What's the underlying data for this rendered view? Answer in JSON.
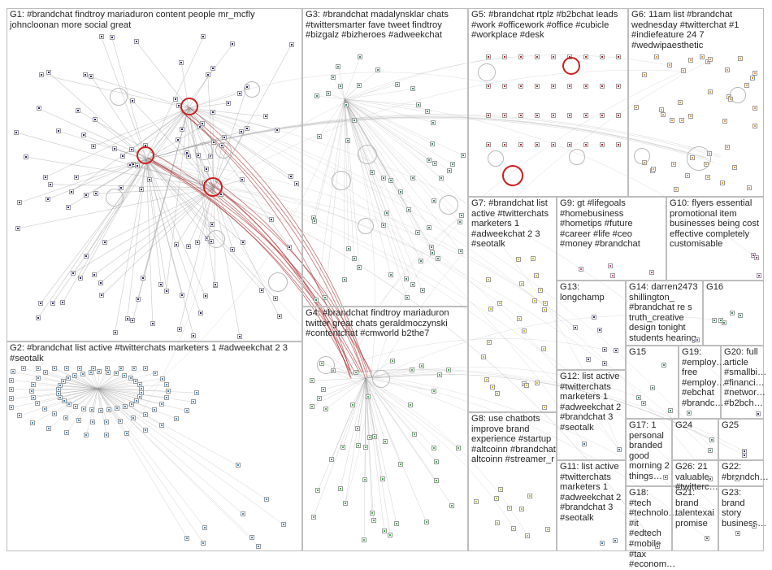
{
  "graph": {
    "edge_color": "#9a9a9a",
    "hub_edge_color": "#a52a2a",
    "hub_color": "#cc1f1f",
    "groups": [
      {
        "id": "G1",
        "label": "G1: #brandchat findtroy mariaduron content people mr_mcfly johncloonan more social great",
        "color": "#1f1f6e"
      },
      {
        "id": "G2",
        "label": "G2: #brandchat list active #twitterchats marketers 1 #adweekchat 2 3 #seotalk",
        "color": "#3a86c4"
      },
      {
        "id": "G3",
        "label": "G3: #brandchat madalynsklar chats #twittersmarter fave tweet findtroy #bizgalz #bizheroes #adweekchat",
        "color": "#2e8b57"
      },
      {
        "id": "G4",
        "label": "G4: #brandchat findtroy mariaduron twitter great chats geraldmoczynski #contentchat #cmworld b2the7",
        "color": "#3cb043"
      },
      {
        "id": "G5",
        "label": "G5: #brandchat rtplz #b2bchat leads #work #officework #office #cubicle #workplace #desk",
        "color": "#b22222"
      },
      {
        "id": "G6",
        "label": "G6: 11am list #brandchat wednesday #twitterchat #1 #indiefeature 24 7 #wedwipaesthetic",
        "color": "#e69a2e"
      },
      {
        "id": "G7",
        "label": "G7: #brandchat list active #twitterchats marketers 1 #adweekchat 2 3 #seotalk",
        "color": "#d4b800"
      },
      {
        "id": "G8",
        "label": "G8: use chatbots improve brand experience #startup #altcoinn #brandchat altcoinn #streamer_r",
        "color": "#9acd32"
      },
      {
        "id": "G9",
        "label": "G9: gt #lifegoals #homebusiness #hometips #future #career #life #ceo #money #brandchat",
        "color": "#d63fa0"
      },
      {
        "id": "G10",
        "label": "G10: flyers essential promotional item businesses being cost effective completely customisable",
        "color": "#8b3a8b"
      },
      {
        "id": "G11",
        "label": "G11: list active #twitterchats marketers 1 #adweekchat 2 #brandchat 3 #seotalk",
        "color": "#2a6fb0"
      },
      {
        "id": "G12",
        "label": "G12: list active #twitterchats marketers 1 #adweekchat 2 #brandchat 3 #seotalk",
        "color": "#2a6fb0"
      },
      {
        "id": "G13",
        "label": "G13: longchamp",
        "color": "#1f2a6e"
      },
      {
        "id": "G14",
        "label": "G14: darren2473 shillington_ #brandchat re s truth_creative design tonight students hearing",
        "color": "#6a5acd"
      },
      {
        "id": "G15",
        "label": "G15",
        "color": "#2e8b57"
      },
      {
        "id": "G16",
        "label": "G16",
        "color": "#2e8b57"
      },
      {
        "id": "G17",
        "label": "G17: 1 personal branded good morning 2 things…",
        "color": "#555555"
      },
      {
        "id": "G18",
        "label": "G18: #tech #technolo… #it #edtech #mobile #tax #econom…",
        "color": "#555555"
      },
      {
        "id": "G19",
        "label": "G19: #employ… free #employ… #ebchat #brandc…",
        "color": "#2e8b57"
      },
      {
        "id": "G20",
        "label": "G20: full article #smallbi… #financi… #networ… #b2bch…",
        "color": "#1f2a6e"
      },
      {
        "id": "G21",
        "label": "G21: brand talentexai promise",
        "color": "#555555"
      },
      {
        "id": "G22",
        "label": "G22: #brandch…",
        "color": "#555555"
      },
      {
        "id": "G23",
        "label": "G23: brand story business…",
        "color": "#555555"
      },
      {
        "id": "G24",
        "label": "G24",
        "color": "#2e8b57"
      },
      {
        "id": "G25",
        "label": "G25",
        "color": "#1f2a6e"
      },
      {
        "id": "G26",
        "label": "G26: 21 valuable #twitterc…",
        "color": "#555555"
      }
    ]
  }
}
